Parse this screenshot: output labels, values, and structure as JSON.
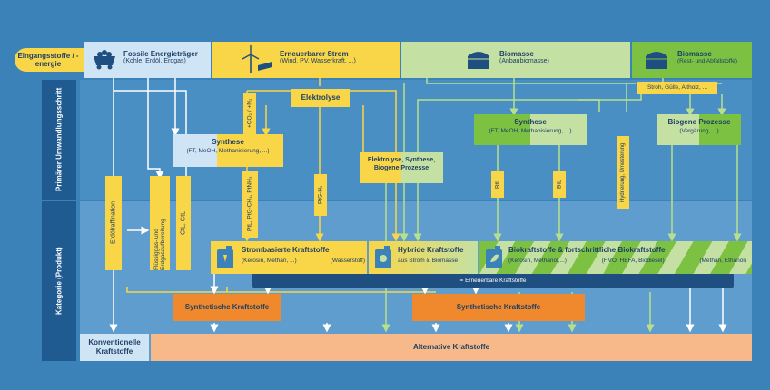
{
  "input": {
    "label": "Eingangsstoffe / -energie",
    "fossil": {
      "title": "Fossile Energieträger",
      "sub": "(Kohle, Erdöl, Erdgas)"
    },
    "renewable": {
      "title": "Erneuerbarer Strom",
      "sub": "(Wind, PV, Wasserkraft, ...)"
    },
    "biomass_crops": {
      "title": "Biomasse",
      "sub": "(Anbaubiomasse)"
    },
    "biomass_waste": {
      "title": "Biomasse",
      "sub": "(Rest- und Abfallstoffe)"
    }
  },
  "rows": {
    "primary": "Primärer Umwandlungsschritt",
    "category": "Kategorie (Produkt)"
  },
  "processes": {
    "elektrolyse": "Elektrolyse",
    "stroh": "Stroh, Gülle, Altholz, ...",
    "synthese_left": {
      "title": "Synthese",
      "sub": "(FT, MeOH, Methanisierung, ...)"
    },
    "synthese_right": {
      "title": "Synthese",
      "sub": "(FT, MeOH, Methanisierung, ...)"
    },
    "biogene": {
      "title": "Biogene Prozesse",
      "sub": "(Vergärung, ...)"
    },
    "hybrid_process": "Elektrolyse, Synthese, Biogene Prozesse"
  },
  "vertical_labels": {
    "erdoel": "Erdölraffination",
    "fluessig": "Flüssiggas- und Erdgasaufbereitung",
    "ctl": "CtL, GtL",
    "co2": "+CO₂ / +N₂",
    "ptl": "PtL, PtG-CH₄, PtNH₃",
    "ptgh2": "PtG-H₂",
    "btl1": "BtL",
    "btl2": "BtL",
    "hydrierung": "Hydrierung, Umesterung"
  },
  "products": {
    "strom": {
      "title": "Strombasierte Kraftstoffe",
      "sub1": "(Kerosin, Methan, ...)",
      "sub2": "(Wasserstoff)"
    },
    "hybrid": {
      "title": "Hybride Kraftstoffe",
      "sub": "aus Strom & Biomasse"
    },
    "bio": {
      "title": "Biokraftstoffe & fortschrittliche Biokraftstoffe",
      "sub1": "(Kerosin, Methanol,...)",
      "sub2": "(HVO, HEFA, Biodiesel)",
      "sub3": "(Methan, Ethanol)"
    },
    "renewable_band": "= Erneuerbare Kraftstoffe",
    "synth_left": "Synthetische Kraftstoffe",
    "synth_right": "Synthetische Kraftstoffe",
    "conventional": "Konventionelle Kraftstoffe",
    "alternative": "Alternative Kraftstoffe"
  },
  "colors": {
    "background": "#3b82b8",
    "yellow": "#f9d647",
    "light_blue": "#cfe4f4",
    "light_green": "#c5e0a3",
    "green": "#7cc142",
    "orange": "#f0892d",
    "light_orange": "#f7b98a",
    "dark_blue": "#1f4f80"
  }
}
